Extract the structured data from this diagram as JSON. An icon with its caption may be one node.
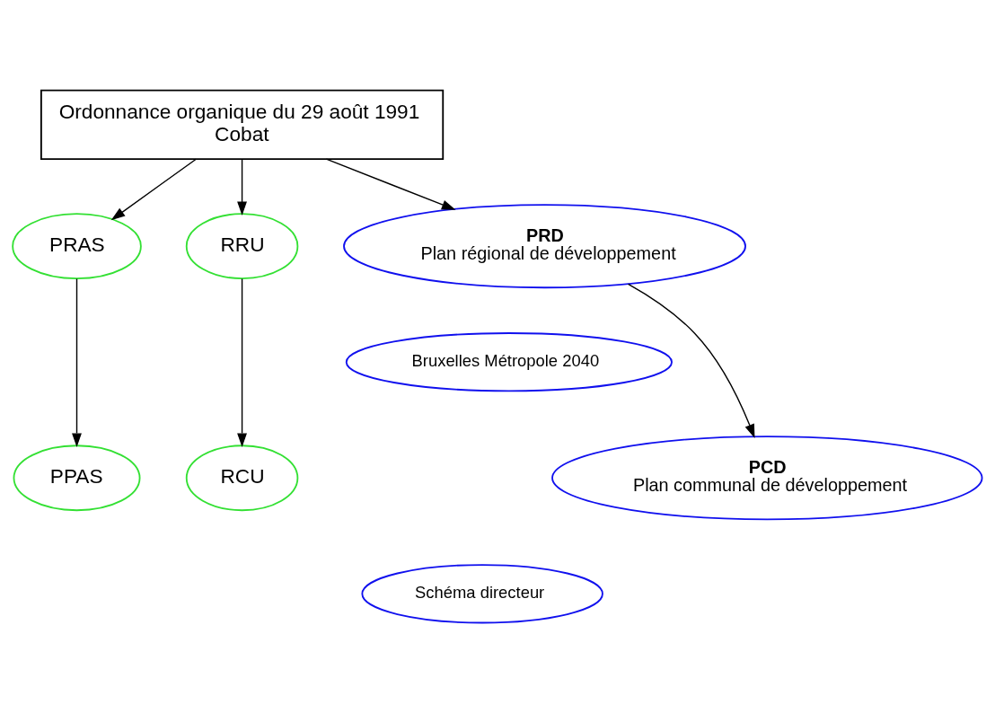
{
  "diagram": {
    "nodes": [
      {
        "text": [
          "Ordonnance organique du 29 août 1991",
          "Cobat"
        ]
      },
      {
        "text": [
          "PRAS"
        ]
      },
      {
        "text": [
          "RRU"
        ]
      },
      {
        "text": [
          "PRD",
          "Plan régional de développement"
        ]
      },
      {
        "text": [
          "Bruxelles Métropole 2040"
        ]
      },
      {
        "text": [
          "PPAS"
        ]
      },
      {
        "text": [
          "RCU"
        ]
      },
      {
        "text": [
          "PCD",
          "Plan communal de développement"
        ]
      },
      {
        "text": [
          "Schéma directeur"
        ]
      }
    ],
    "edges": [
      {
        "from": 0,
        "to": 1,
        "arrow": "to"
      },
      {
        "from": 0,
        "to": 2,
        "arrow": "to"
      },
      {
        "from": 0,
        "to": 3,
        "arrow": "to"
      },
      {
        "from": 1,
        "to": 5,
        "arrow": "to"
      },
      {
        "from": 2,
        "to": 6,
        "arrow": "to"
      },
      {
        "from": 3,
        "to": 7,
        "arrow": "to"
      }
    ]
  }
}
